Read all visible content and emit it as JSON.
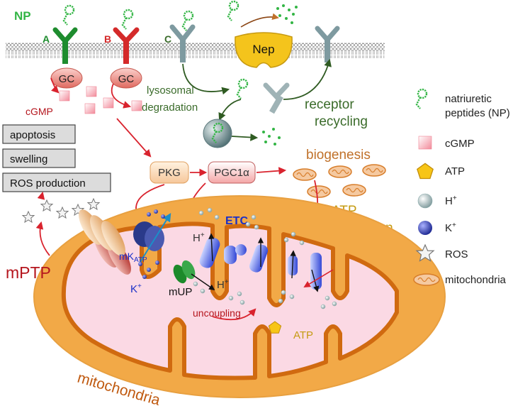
{
  "receptors": {
    "np_label": "NP",
    "label_a": "A",
    "label_b": "B",
    "label_c": "C",
    "gc_label": "GC",
    "nep_label": "Nep"
  },
  "cytosol": {
    "cgmp": "cGMP",
    "lysosomal": "lysosomal",
    "degradation": "degradation",
    "receptor": "receptor",
    "recycling": "recycling",
    "pkg": "PKG",
    "pgc": "PGC1α",
    "biogenesis": "biogenesis",
    "atp_production_1": "ATP",
    "atp_production_2": "production"
  },
  "outcomes": [
    "apoptosis",
    "swelling",
    "ROS production"
  ],
  "mito": {
    "mptp": "mPTP",
    "mkatp_main": "mK",
    "mkatp_sub": "ATP",
    "k_plus_main": "K",
    "k_plus_sup": "+",
    "mup": "mUP",
    "h_plus_main": "H",
    "h_plus_sup": "+",
    "etc": "ETC",
    "uncoupling": "uncoupling",
    "atp": "ATP",
    "mitochondria": "mitochondria"
  },
  "legend": {
    "np_1": "natriuretic",
    "np_2": "peptides (NP)",
    "cgmp": "cGMP",
    "atp": "ATP",
    "h_main": "H",
    "h_sup": "+",
    "k_main": "K",
    "k_sup": "+",
    "ros": "ROS",
    "mitochondria": "mitochondria"
  },
  "colors": {
    "receptor_a": "#1e8c2e",
    "receptor_b": "#d42a2a",
    "receptor_c": "#7e9aa0",
    "np_green": "#33b545",
    "dark_green": "#3a6b2a",
    "red_arrow": "#d9232e",
    "mito_orange": "#f2a947",
    "mito_rim": "#d06a10",
    "matrix_pink": "#fbd9e4",
    "blue_label": "#1a2fc8",
    "dark_red": "#b5161e",
    "brown_label": "#c0712a",
    "gold_label": "#c59b12"
  }
}
